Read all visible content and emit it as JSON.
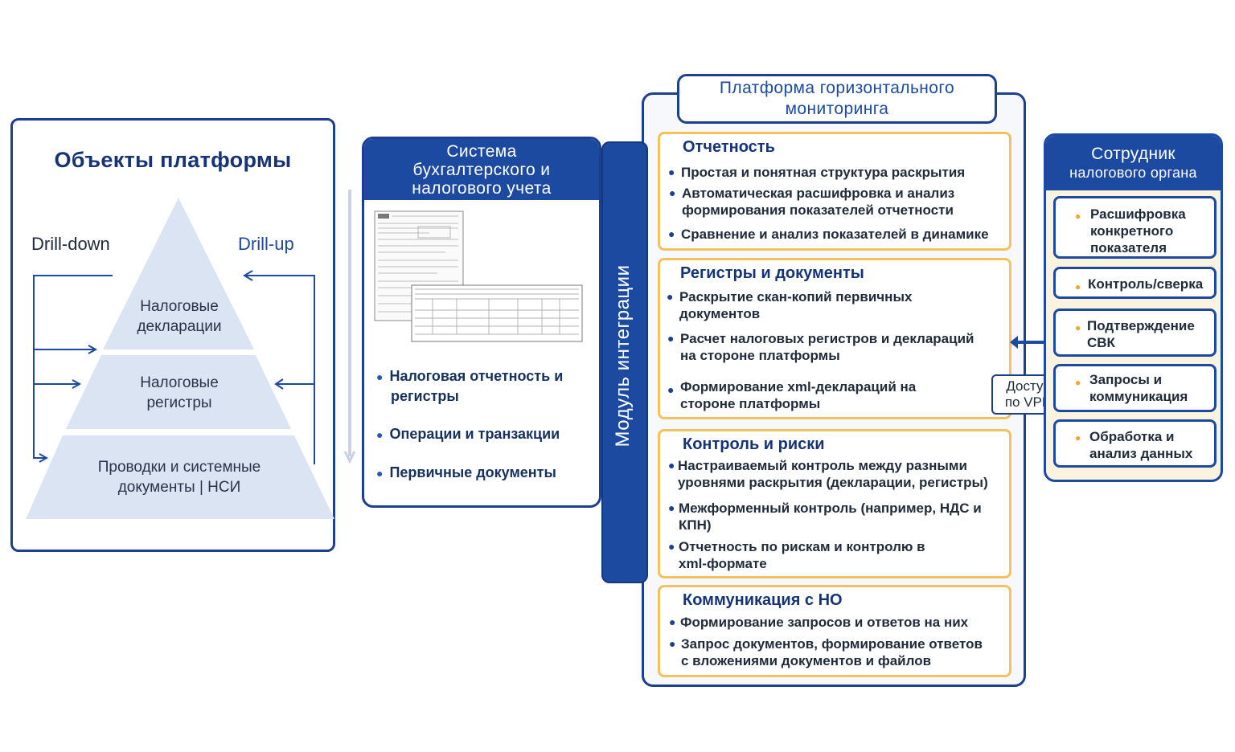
{
  "left_panel": {
    "title": "Объекты платформы",
    "drill_down": "Drill-down",
    "drill_up": "Drill-up",
    "levels": [
      {
        "line1": "Налоговые",
        "line2": "декларации"
      },
      {
        "line1": "Налоговые",
        "line2": "регистры"
      },
      {
        "line1": "Проводки и системные",
        "line2": "документы | НСИ"
      }
    ]
  },
  "accounting": {
    "title_lines": [
      "Система",
      "бухгалтерского и",
      "налогового учета"
    ],
    "bullets": [
      {
        "line1": "Налоговая отчетность и",
        "line2": "регистры"
      },
      {
        "line1": "Операции и транзакции",
        "line2": ""
      },
      {
        "line1": "Первичные документы",
        "line2": ""
      }
    ]
  },
  "integration": {
    "label": "Модуль интеграции"
  },
  "platform": {
    "title_lines": [
      "Платформа горизонтального",
      "мониторинга"
    ],
    "sections": [
      {
        "title": "Отчетность",
        "items": [
          [
            "Простая и понятная структура раскрытия"
          ],
          [
            "Автоматическая расшифровка и анализ",
            "формирования показателей отчетности"
          ],
          [
            "Сравнение и анализ показателей в динамике"
          ]
        ]
      },
      {
        "title": "Регистры и документы",
        "items": [
          [
            "Раскрытие скан-копий первичных",
            "документов"
          ],
          [
            "Расчет налоговых регистров и деклараций",
            "на стороне платформы"
          ],
          [
            "Формирование xml-деклараций на",
            "стороне платформы"
          ]
        ]
      },
      {
        "title": "Контроль и риски",
        "items": [
          [
            "Настраиваемый контроль между разными",
            "уровнями раскрытия (декларации, регистры)"
          ],
          [
            "Межформенный контроль (например, НДС и",
            "КПН)"
          ],
          [
            "Отчетность по рискам и контролю в",
            "xml-формате"
          ]
        ]
      },
      {
        "title": "Коммуникация с НО",
        "items": [
          [
            "Формирование запросов и ответов на них"
          ],
          [
            "Запрос документов, формирование ответов",
            "с вложениями документов и файлов"
          ]
        ]
      }
    ]
  },
  "vpn": {
    "line1": "Доступ",
    "line2": "по VPN"
  },
  "tax_officer": {
    "title_line1": "Сотрудник",
    "title_line2": "налогового органа",
    "items": [
      [
        "Расшифровка",
        "конкретного",
        "показателя"
      ],
      [
        "Контроль/сверка"
      ],
      [
        "Подтверждение",
        "СВК"
      ],
      [
        "Запросы и",
        "коммуникация"
      ],
      [
        "Обработка и",
        "анализ данных"
      ]
    ]
  },
  "colors": {
    "navy": "#1c4aa0",
    "border_navy": "#1c3f8f",
    "gold": "#f3c15e",
    "pyramid": "#dbe4f3"
  }
}
